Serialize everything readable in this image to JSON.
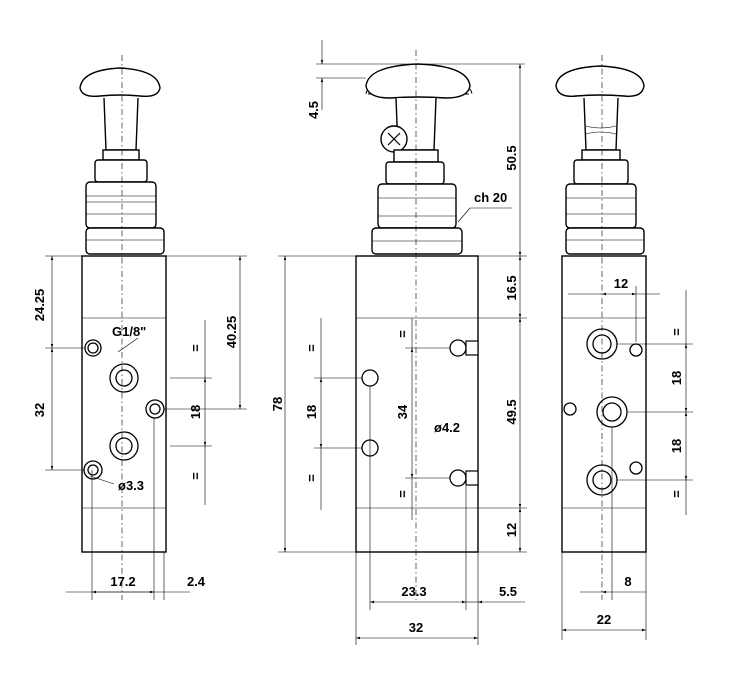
{
  "dimensions": {
    "left_view": {
      "d24_25": "24.25",
      "d32": "32",
      "port_g": "G1/8\"",
      "d40_25": "40.25",
      "eq_top": "=",
      "d18": "18",
      "eq_bottom": "=",
      "hole": "ø3.3",
      "d17_2": "17.2",
      "d2_4": "2.4"
    },
    "middle_view": {
      "d4_5": "4.5",
      "d50_5": "50.5",
      "ch20": "ch 20",
      "d16_5": "16.5",
      "d78": "78",
      "eq_left_top": "=",
      "d18": "18",
      "eq_left_bottom": "=",
      "eq_mid_top": "=",
      "d34": "34",
      "eq_mid_bottom": "=",
      "hole": "ø4.2",
      "d49_5": "49.5",
      "d12": "12",
      "d23_3": "23.3",
      "d5_5": "5.5",
      "d32": "32"
    },
    "right_view": {
      "d12": "12",
      "eq_top": "=",
      "d18_top": "18",
      "d18_bottom": "18",
      "eq_bottom": "=",
      "d8": "8",
      "d22": "22"
    }
  }
}
